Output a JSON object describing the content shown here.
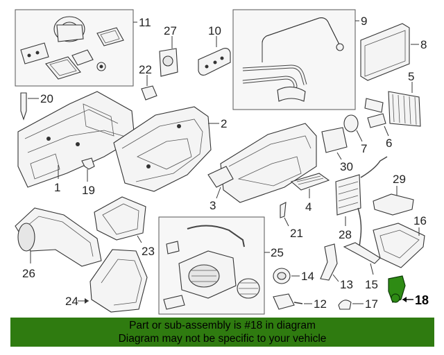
{
  "callouts": {
    "c1": "1",
    "c2": "2",
    "c3": "3",
    "c4": "4",
    "c5": "5",
    "c6": "6",
    "c7": "7",
    "c8": "8",
    "c9": "9",
    "c10": "10",
    "c11": "11",
    "c12": "12",
    "c13": "13",
    "c14": "14",
    "c15": "15",
    "c16": "16",
    "c17": "17",
    "c18": "18",
    "c19": "19",
    "c20": "20",
    "c21": "21",
    "c22": "22",
    "c23": "23",
    "c24": "24",
    "c25": "25",
    "c26": "26",
    "c27": "27",
    "c28": "28",
    "c29": "29",
    "c30": "30"
  },
  "highlight": {
    "part": "18",
    "color": "#2e8b14"
  },
  "footer": {
    "line1": "Part or sub-assembly is #18 in diagram",
    "line2": "Diagram may not be specific to your vehicle",
    "background": "#2f7b10"
  }
}
